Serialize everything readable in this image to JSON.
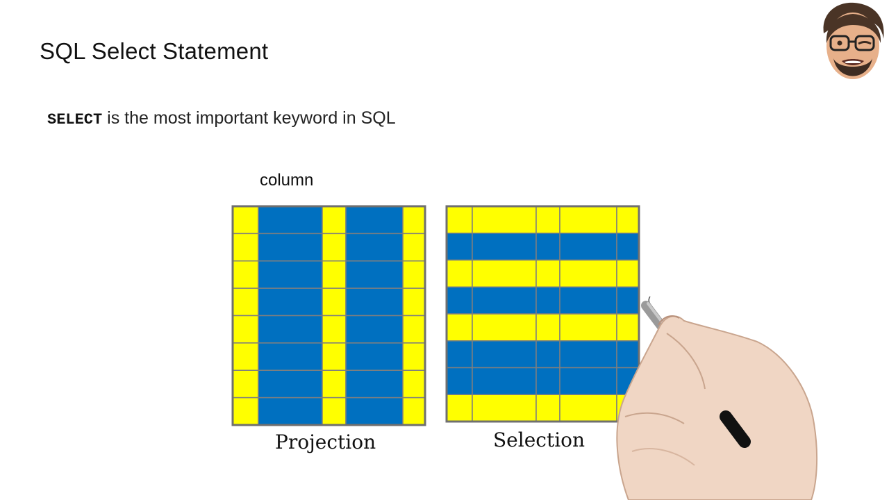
{
  "slide": {
    "title": "SQL Select Statement",
    "subtitle_keyword": "SELECT",
    "subtitle_rest": " is the most important keyword in SQL"
  },
  "labels": {
    "column": "column",
    "projection": "Projection",
    "selection": "Selection"
  },
  "colors": {
    "highlight": "#FFFF00",
    "selected": "#0070C0",
    "gridline": "#7f7f7f"
  },
  "icons": [
    "avatar-icon",
    "drawing-hand-icon"
  ],
  "diagrams": {
    "projection": {
      "columns": 5,
      "rows": 8,
      "selected_columns": [
        1,
        3
      ]
    },
    "selection": {
      "columns": 5,
      "rows": 8,
      "selected_rows": [
        1,
        3,
        5,
        6
      ]
    }
  }
}
